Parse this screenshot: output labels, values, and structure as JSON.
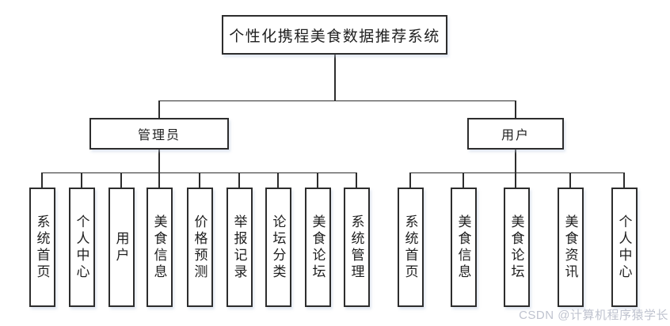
{
  "diagram": {
    "title": "个性化携程美食数据推荐系统",
    "branches": [
      {
        "label": "管理员",
        "children": [
          "系统首页",
          "个人中心",
          "用户",
          "美食信息",
          "价格预测",
          "举报记录",
          "论坛分类",
          "美食论坛",
          "系统管理"
        ]
      },
      {
        "label": "用户",
        "children": [
          "系统首页",
          "美食信息",
          "美食论坛",
          "美食资讯",
          "个人中心"
        ]
      }
    ]
  },
  "watermark": {
    "text": "CSDN @计算机程序猿学长"
  },
  "colors": {
    "background": "#ffffff",
    "box_border": "#2d2d2d",
    "connector_line": "#2d2d2d",
    "text": "#1f1f1f",
    "watermark": "#bfc3cf"
  }
}
